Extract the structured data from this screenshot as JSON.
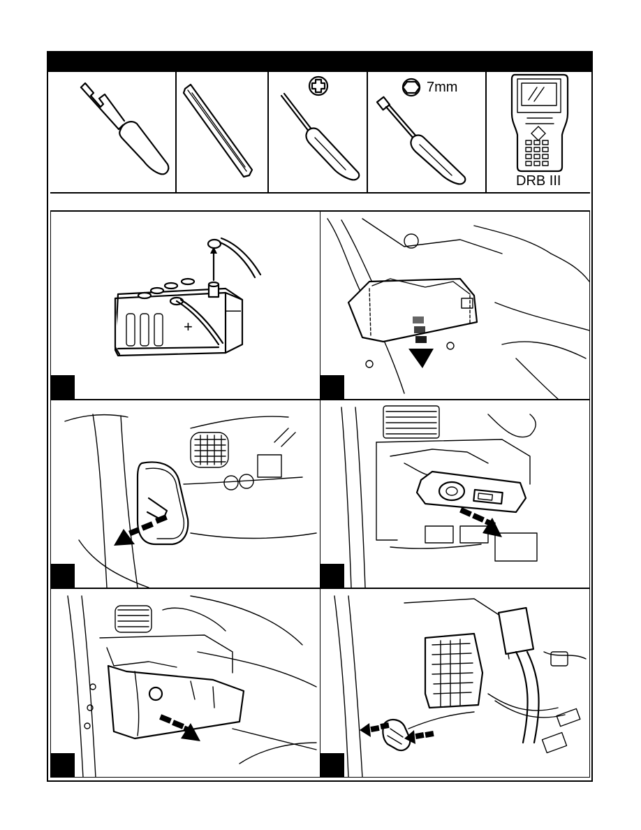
{
  "tools": [
    {
      "name": "trim-panel-removal-tool",
      "label": ""
    },
    {
      "name": "flat-pry-tool",
      "label": ""
    },
    {
      "name": "phillips-screwdriver",
      "label": ""
    },
    {
      "name": "hex-nut-driver",
      "label": "7mm"
    },
    {
      "name": "scan-tool",
      "label": "DRB  III"
    }
  ],
  "steps": [
    {
      "id": 1,
      "number": "",
      "illustration": "disconnect-battery-negative-cable-icon"
    },
    {
      "id": 2,
      "number": "",
      "illustration": "remove-knee-bolster-cover-icon"
    },
    {
      "id": 3,
      "number": "",
      "illustration": "remove-side-end-cap-icon"
    },
    {
      "id": 4,
      "number": "",
      "illustration": "remove-switch-bezel-icon"
    },
    {
      "id": 5,
      "number": "",
      "illustration": "remove-lower-instrument-panel-icon"
    },
    {
      "id": 6,
      "number": "",
      "illustration": "disconnect-wiring-connectors-icon"
    }
  ]
}
